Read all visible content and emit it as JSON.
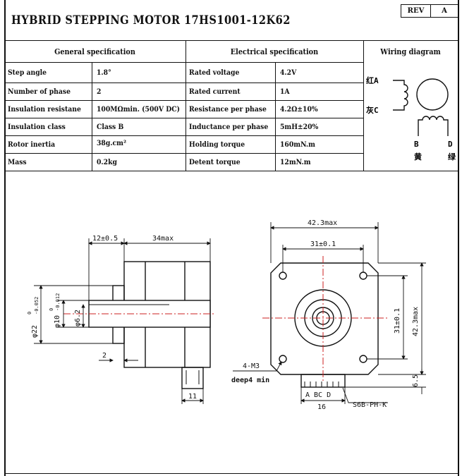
{
  "header": {
    "title": "HYBRID STEPPING MOTOR  17HS1001-12K62",
    "rev_label": "REV",
    "rev_value": "A"
  },
  "table": {
    "general_heading": "General  specification",
    "electrical_heading": "Electrical  specification",
    "wiring_heading": "Wiring diagram",
    "general_rows": [
      {
        "label": "Step angle",
        "value": "1.8°"
      },
      {
        "label": "Number of phase",
        "value": "2"
      },
      {
        "label": "Insulation resistane",
        "value": "100MΩmin. (500V DC)"
      },
      {
        "label": "Insulation class",
        "value": "Class B"
      },
      {
        "label": "Rotor inertia",
        "value": "38g.cm²"
      },
      {
        "label": "Mass",
        "value": "0.2kg"
      }
    ],
    "electrical_rows": [
      {
        "label": "Rated voltage",
        "value": "4.2V"
      },
      {
        "label": "Rated current",
        "value": "1A"
      },
      {
        "label": "Resistance per phase",
        "value": "4.2Ω±10%"
      },
      {
        "label": "Inductance per phase",
        "value": "5mH±20%"
      },
      {
        "label": "Holding torque",
        "value": "160mN.m"
      },
      {
        "label": "Detent torque",
        "value": "12mN.m"
      }
    ]
  },
  "wiring": {
    "wire_a": "红A",
    "wire_c": "灰C",
    "wire_b": "B",
    "wire_b_color": "黄",
    "wire_d": "D",
    "wire_d_color": "绿"
  },
  "drawing": {
    "dim_shaft_len": "12±0.5",
    "dim_body_len": "34max",
    "dim_boss_dia": "φ22",
    "dim_boss_tol_upper": "0",
    "dim_boss_tol_lower": "-0.052",
    "dim_shaft_dia": "φ10",
    "dim_shaft_tol_upper": "0",
    "dim_shaft_tol_lower": "-0.012",
    "dim_flat": "φ6.2",
    "dim_boss_height": "2",
    "dim_connector_w": "11",
    "dim_width": "42.3max",
    "dim_hole_spacing": "31±0.1",
    "dim_hole_spacing_v": "31±0.1",
    "dim_height": "42.3max",
    "dim_connector_off": "6.5",
    "hole_callout": "4-M3",
    "hole_depth": "deep4 min",
    "pin_labels": "A  BC  D",
    "dim_connector_len": "16",
    "connector_part": "S6B-PH-K"
  }
}
